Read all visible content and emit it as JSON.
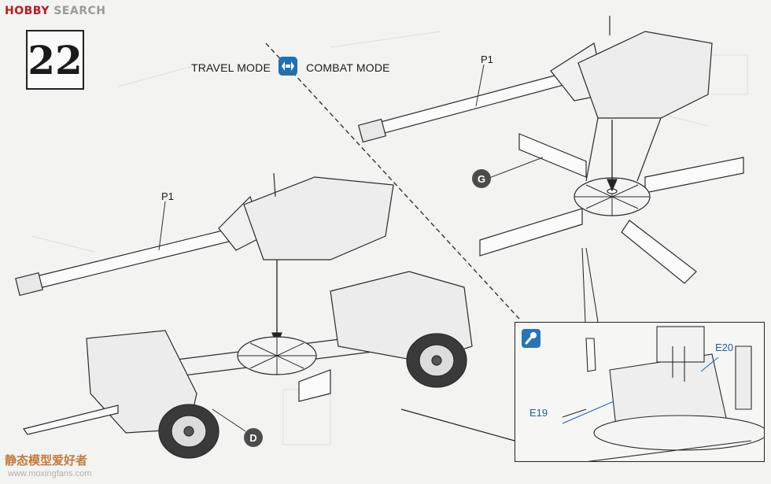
{
  "watermark": {
    "brand": "HOBBY",
    "rest": " SEARCH",
    "bottom_cn": "静态模型爱好者",
    "bottom_url": "www.moxingfans.com"
  },
  "step": {
    "number": "22"
  },
  "modes": {
    "travel_label": "TRAVEL MODE",
    "combat_label": "COMBAT MODE",
    "icon_color": "#1f6fb2"
  },
  "parts": {
    "p1_top": "P1",
    "p1_left": "P1",
    "callout_g": "G",
    "callout_d": "D",
    "e20": "E20",
    "e19": "E19"
  },
  "detail": {
    "icon": "magnifier-icon"
  }
}
